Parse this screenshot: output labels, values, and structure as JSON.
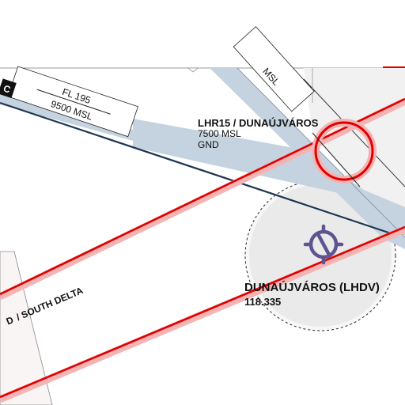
{
  "map": {
    "colors": {
      "background": "#ffffff",
      "restricted_line": "#e00000",
      "restricted_halo": "#f5b4b4",
      "airway_band": "#c5d3e0",
      "airway_line": "#1e3552",
      "navaid": "#5f5490",
      "atz_fill": "#e8e8e8"
    },
    "airway_badge": {
      "text": "C"
    },
    "airway_box": {
      "level_upper": "FL 195",
      "level_lower": "9500 MSL"
    },
    "partial_box_label": "MSL",
    "restricted_area": {
      "name": "LHR15 / DUNAÚJVÁROS",
      "upper": "7500 MSL",
      "lower": "GND"
    },
    "sector_label": "/ SOUTH DELTA",
    "sector_label_clip": "D",
    "aerodrome": {
      "name": "DUNAÚJVÁROS (LHDV)",
      "frequency": "118.335",
      "icon": "navaid-symbol-icon"
    }
  }
}
